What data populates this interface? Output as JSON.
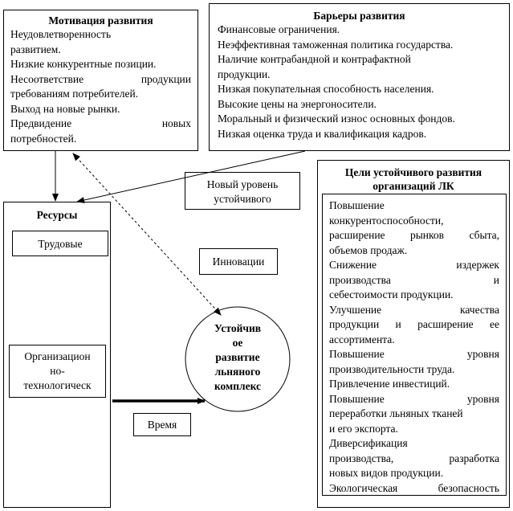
{
  "motivation": {
    "title": "Мотивация развития",
    "lines": [
      "Неудовлетворенность",
      "развитием.",
      "Низкие конкурентные позиции.",
      "Несоответствие продукции",
      "требованиям потребителей.",
      "Выход на новые рынки.",
      "Предвидение новых",
      "потребностей."
    ]
  },
  "barriers": {
    "title": "Барьеры развития",
    "lines": [
      "Финансовые ограничения.",
      "Неэффективная таможенная политика государства.",
      "Наличие контрабандной и контрафактной",
      "продукции.",
      "Низкая покупательная способность населения.",
      "Высокие цены на энергоносители.",
      "Моральный и физический износ основных фондов.",
      "Низкая оценка труда и квалификация кадров."
    ]
  },
  "resources": {
    "title": "Ресурсы",
    "labor": "Трудовые",
    "org_tech": [
      "Организацион",
      "но-",
      "технологическ"
    ]
  },
  "new_level": [
    "Новый уровень",
    "устойчивого"
  ],
  "innovations": "Инновации",
  "time": "Время",
  "center": [
    "Устойчив",
    "ое",
    "развитие",
    "льняного",
    "комплекс"
  ],
  "goals": {
    "title": [
      "Цели устойчивого развития",
      "организаций ЛК"
    ],
    "lines": [
      "Повышение",
      "конкурентоспособности,",
      "расширение рынков сбыта,",
      "объемов продаж.",
      "Снижение издержек",
      "производства и",
      "себестоимости продукции.",
      "Улучшение качества",
      "продукции и расширение ее",
      "ассортимента.",
      "Повышение уровня",
      "производительности труда.",
      "Привлечение инвестиций.",
      "Повышение уровня",
      "переработки льняных тканей",
      "и его экспорта.",
      "Диверсификация",
      "производства, разработка",
      "новых видов продукции.",
      "Экологическая безопасность"
    ]
  }
}
